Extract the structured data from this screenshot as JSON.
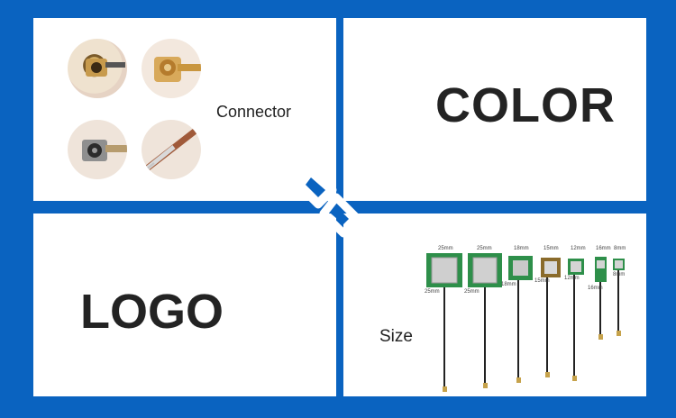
{
  "panels": {
    "connector": {
      "label": "Connector"
    },
    "color": {
      "label": "COLOR"
    },
    "logo": {
      "label": "LOGO"
    },
    "size": {
      "label": "Size",
      "antennas": [
        {
          "top": "25mm",
          "side": "25mm"
        },
        {
          "top": "25mm",
          "side": "25mm"
        },
        {
          "top": "18mm",
          "side": "18mm"
        },
        {
          "top": "15mm",
          "side": "15mm"
        },
        {
          "top": "12mm",
          "side": "12mm"
        },
        {
          "top": "16mm",
          "side": "16mm"
        },
        {
          "top": "8mm",
          "side": "8mm"
        }
      ]
    }
  },
  "colors": {
    "background": "#0a63c0",
    "panel": "#ffffff",
    "pcb_green": "#2e8f4a"
  },
  "icons": [
    "connector-photo",
    "antenna-cable"
  ]
}
